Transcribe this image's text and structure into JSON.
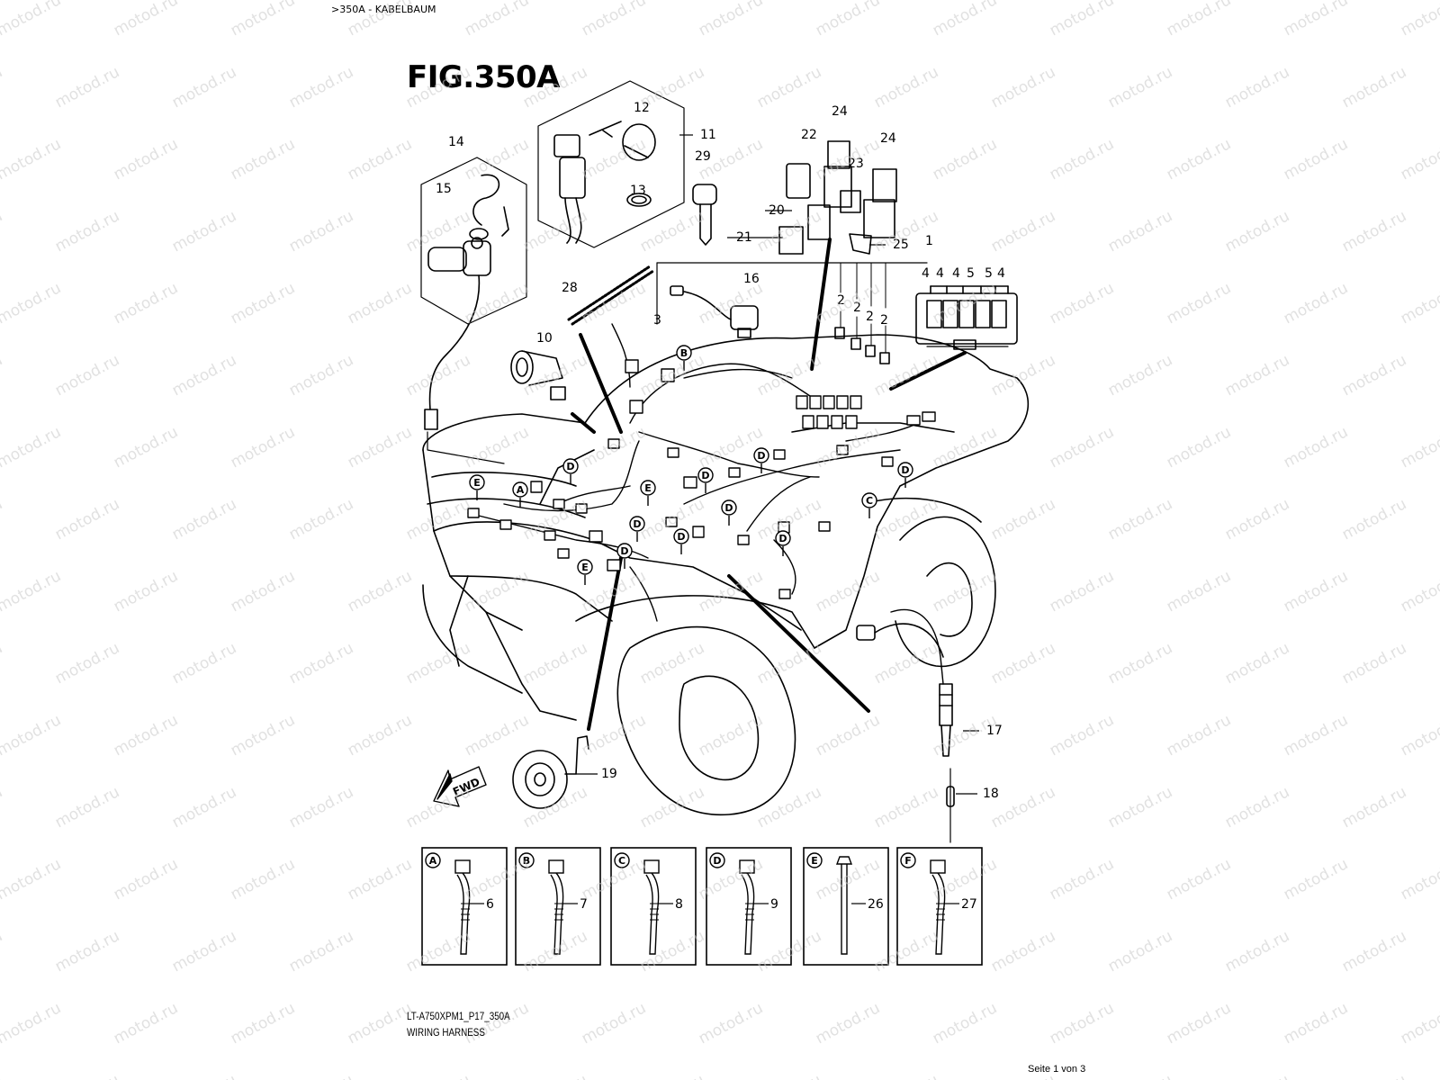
{
  "header": {
    "breadcrumb": ">350A - KABELBAUM"
  },
  "figure": {
    "title": "FIG.350A"
  },
  "footer": {
    "model_code": "LT-A750XPM1_P17_350A",
    "model_name": "WIRING HARNESS",
    "page": "Seite 1 von 3"
  },
  "fwd_label": "FWD",
  "watermark": "motod.ru",
  "callouts": [
    "1",
    "2",
    "3",
    "4",
    "5",
    "6",
    "7",
    "8",
    "9",
    "10",
    "11",
    "12",
    "13",
    "14",
    "15",
    "16",
    "17",
    "18",
    "19",
    "20",
    "21",
    "22",
    "23",
    "24",
    "25",
    "26",
    "27",
    "28",
    "29"
  ],
  "clamp_refs": [
    "A",
    "B",
    "C",
    "D",
    "E",
    "F"
  ],
  "clamp_panels": [
    {
      "letter": "A",
      "part": "6"
    },
    {
      "letter": "B",
      "part": "7"
    },
    {
      "letter": "C",
      "part": "8"
    },
    {
      "letter": "D",
      "part": "9"
    },
    {
      "letter": "E",
      "part": "26"
    },
    {
      "letter": "F",
      "part": "27"
    }
  ],
  "fuse_box_labels": [
    "4",
    "4",
    "4",
    "5",
    "5",
    "4"
  ]
}
